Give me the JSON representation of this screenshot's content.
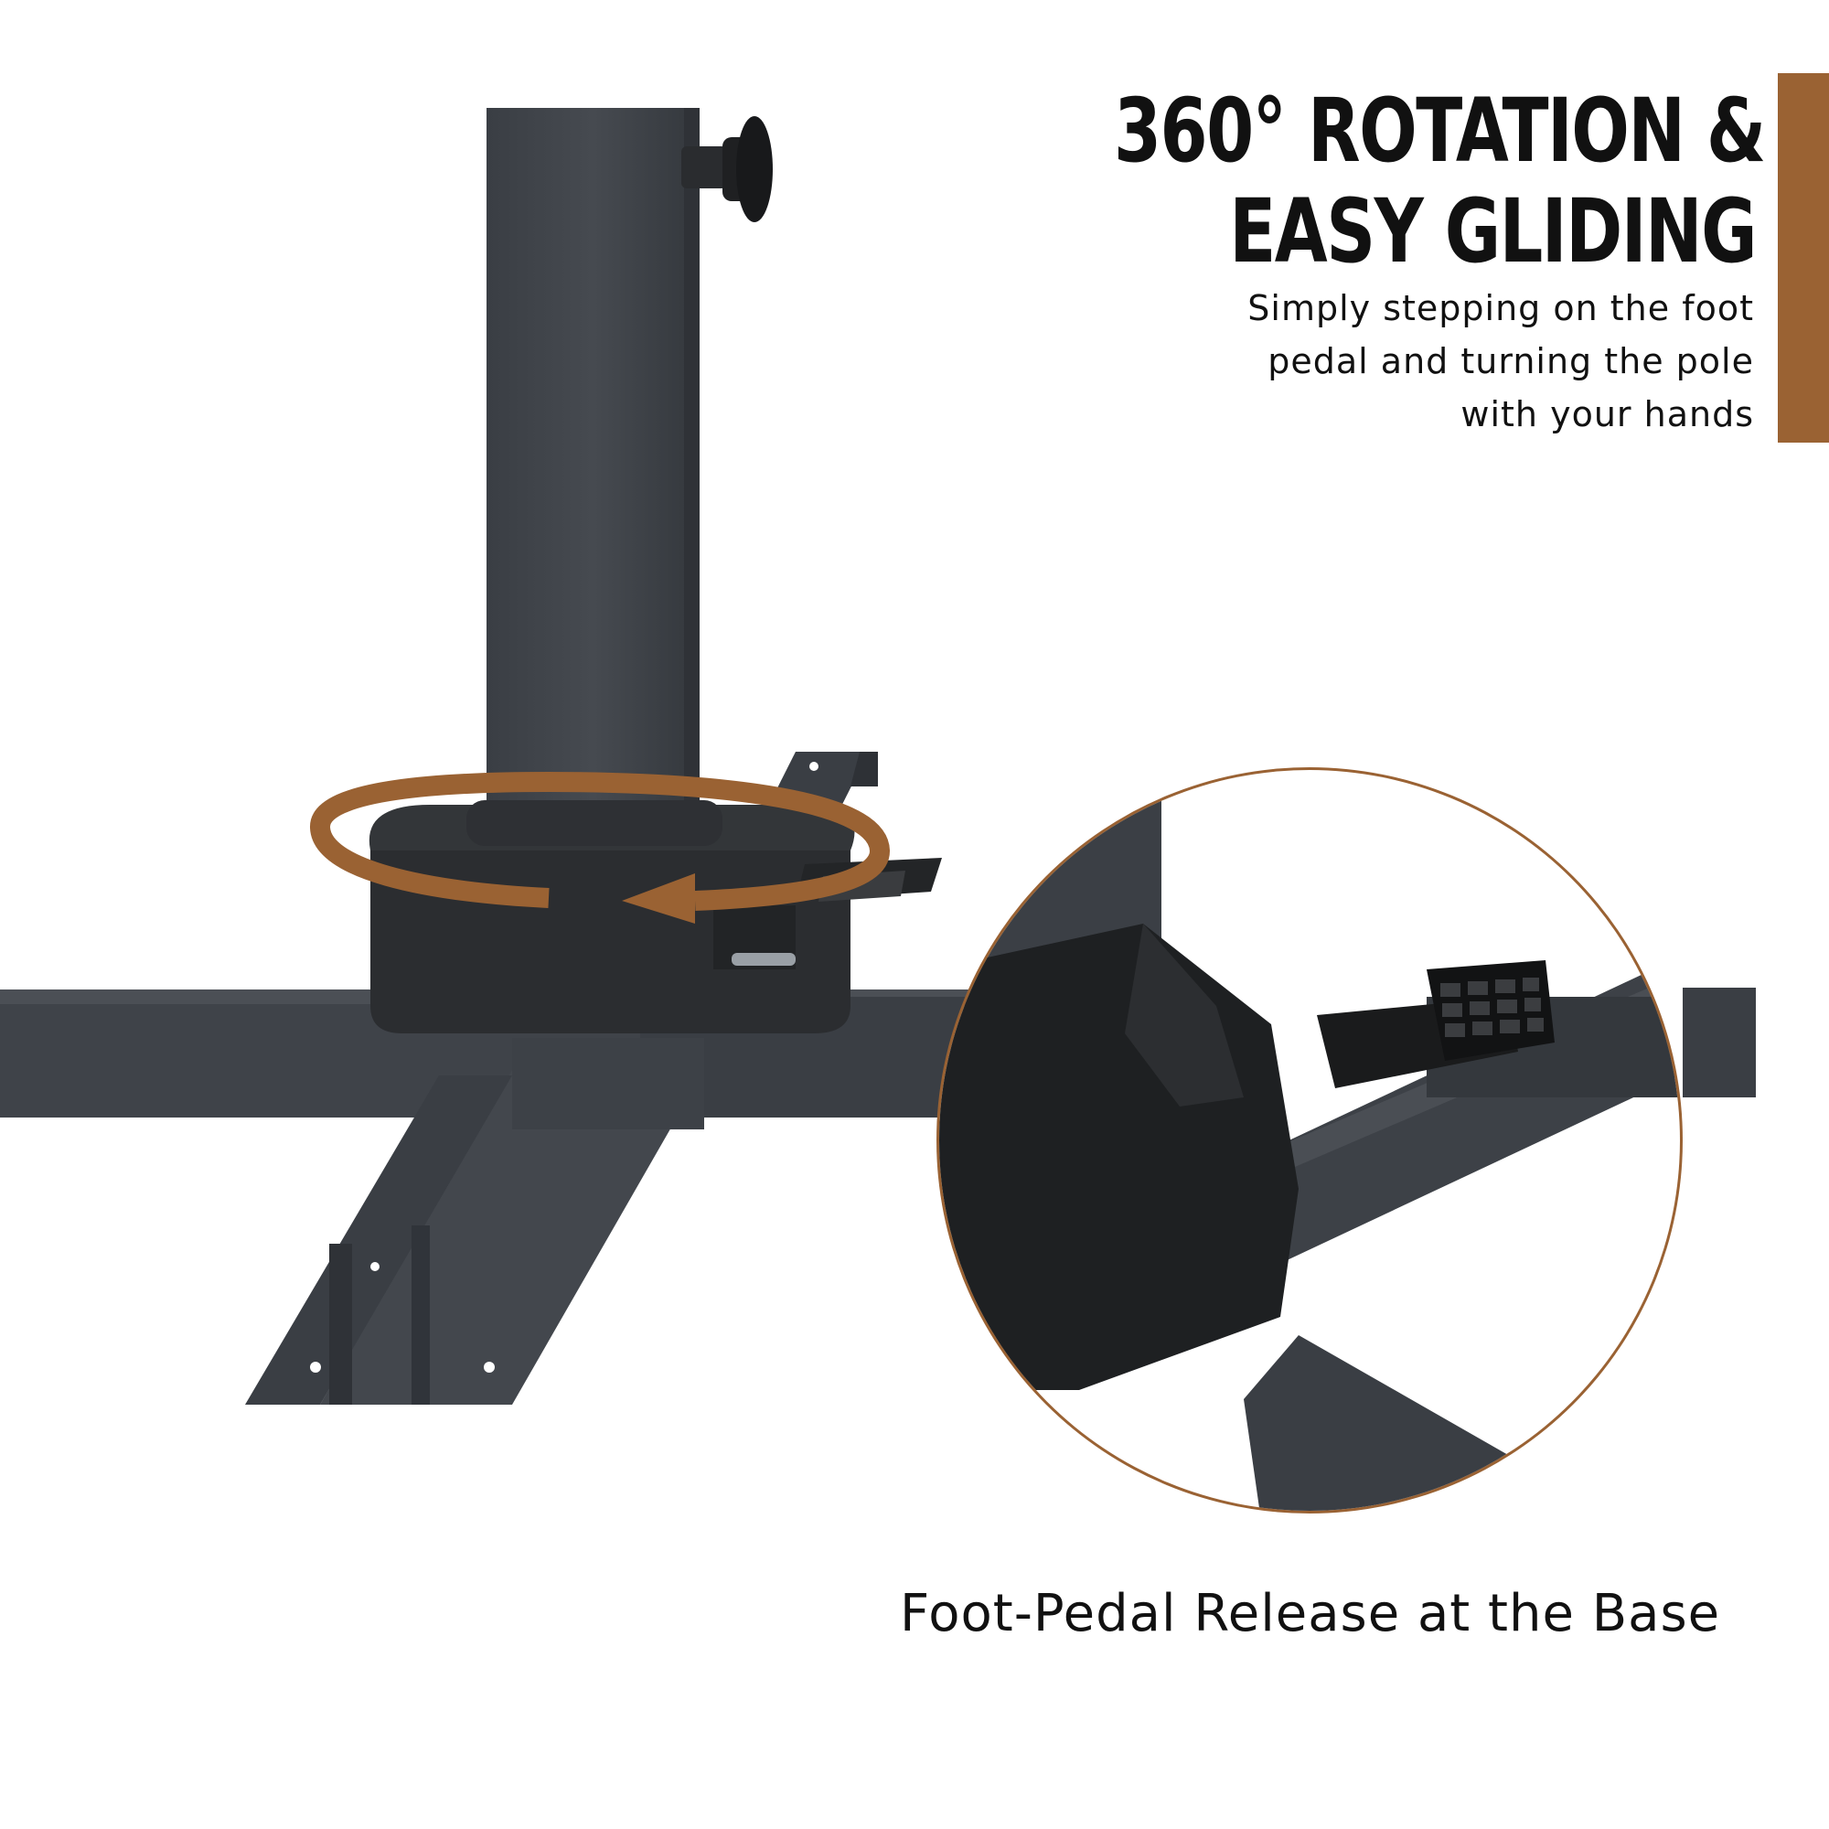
{
  "headline": {
    "line1": "360° ROTATION &",
    "line2": "EASY GLIDING"
  },
  "description": {
    "line1": "Simply stepping on the foot",
    "line2": "pedal and turning the pole",
    "line3": "with your hands"
  },
  "caption": "Foot-Pedal Release at the Base",
  "colors": {
    "accent": "#9a6233",
    "metal": "#3e4248",
    "metal_dark": "#2c2f33",
    "text": "#111111",
    "background": "#ffffff"
  }
}
